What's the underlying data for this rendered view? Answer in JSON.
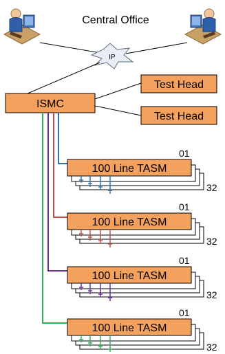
{
  "title": "Central Office",
  "cloud_label": "IP",
  "ismc_label": "ISMC",
  "test_heads": [
    "Test Head",
    "Test Head"
  ],
  "tasm_groups": [
    {
      "label": "100 Line TASM",
      "first": "01",
      "last": "32",
      "color": "#2E75B6"
    },
    {
      "label": "100 Line TASM",
      "first": "01",
      "last": "32",
      "color": "#C0504D"
    },
    {
      "label": "100 Line TASM",
      "first": "01",
      "last": "32",
      "color": "#7030A0"
    },
    {
      "label": "100 Line TASM",
      "first": "01",
      "last": "32",
      "color": "#33B05A"
    }
  ],
  "colors": {
    "box_fill": "#F4A15D",
    "cloud_fill": "#E9EEF6",
    "line": "#000000"
  },
  "icons": [
    "workstation-user-icon",
    "workstation-user-icon"
  ]
}
